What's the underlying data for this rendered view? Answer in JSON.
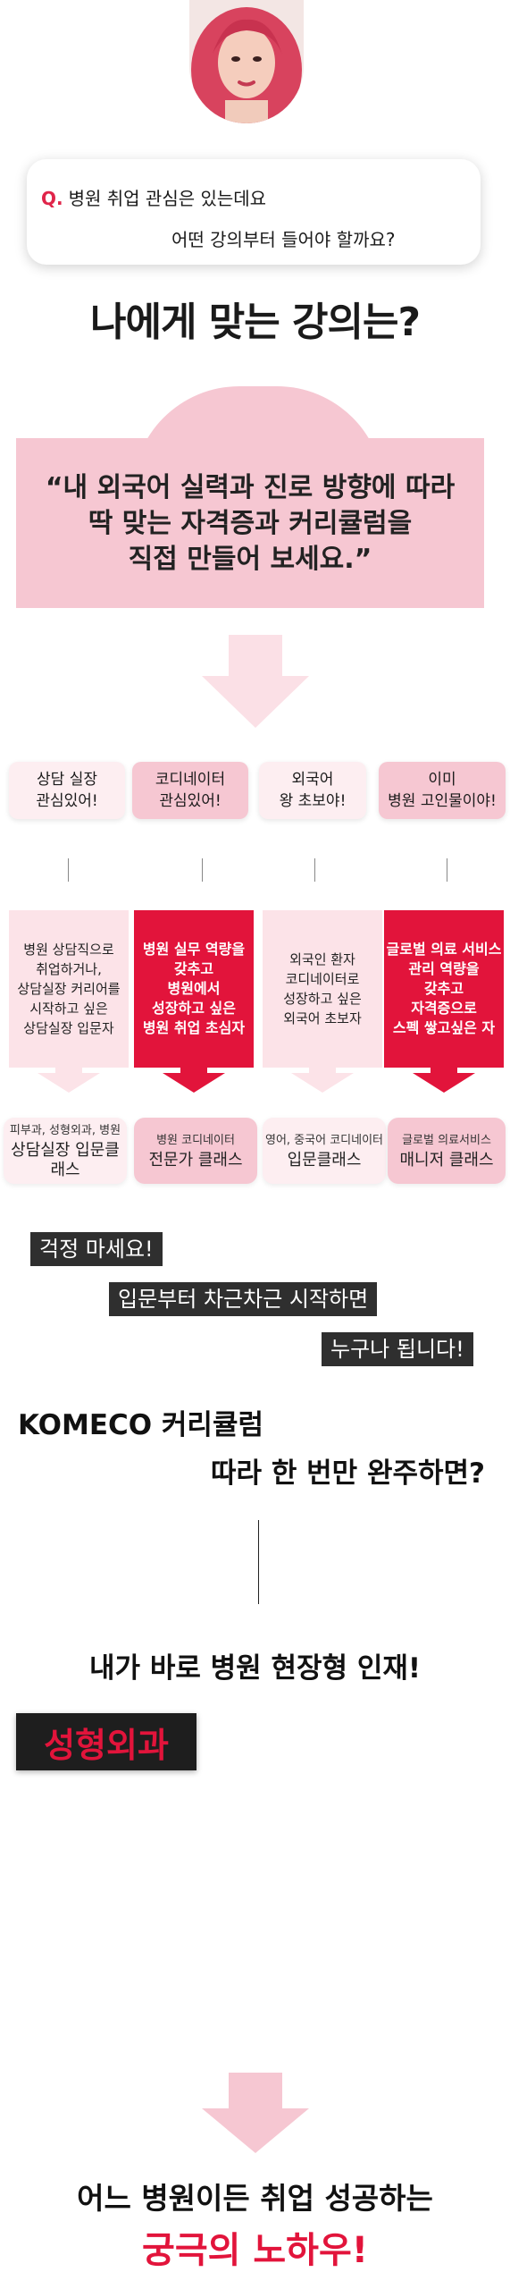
{
  "colors": {
    "accent": "#e2143b",
    "pink": "#f6c7d2",
    "light_pink": "#fdeef1",
    "dark_tag": "#2f2f2f"
  },
  "bubble": {
    "q_mark": "Q.",
    "line1": "병원 취업  관심은 있는데요",
    "line2": "어떤 강의부터 들어야 할까요?"
  },
  "title": "나에게 맞는 강의는?",
  "quote": {
    "line1": "“내 외국어 실력과 진로 방향에 따라",
    "line2": "딱 맞는 자격증과 커리큘럼을",
    "line3": "직접 만들어 보세요.”"
  },
  "pills": [
    {
      "line1": "상담 실장",
      "line2": "관심있어!"
    },
    {
      "line1": "코디네이터",
      "line2": "관심있어!"
    },
    {
      "line1": "외국어",
      "line2": "왕 초보야!"
    },
    {
      "line1": "이미",
      "line2": "병원 고인물이야!"
    }
  ],
  "descs": [
    {
      "l1": "병원 상담직으로",
      "l2": "취업하거나,",
      "l3": "상담실장 커리어를",
      "l4": "시작하고 싶은",
      "l5": "상담실장 입문자"
    },
    {
      "l1": "병원 실무 역량을",
      "l2": "갖추고",
      "l3": "병원에서",
      "l4": "성장하고 싶은",
      "l5": "병원 취업 초심자"
    },
    {
      "l1": "외국인 환자",
      "l2": "코디네이터로",
      "l3": "성장하고 싶은",
      "l4": "외국어 초보자",
      "l5": ""
    },
    {
      "l1": "글로벌 의료 서비스",
      "l2": "관리 역량을",
      "l3": "갖추고",
      "l4": "자격증으로",
      "l5": "스펙 쌓고싶은 자"
    }
  ],
  "classes": [
    {
      "small": "피부과, 성형외과, 병원",
      "big": "상담실장 입문클래스"
    },
    {
      "small": "병원 코디네이터",
      "big": "전문가 클래스"
    },
    {
      "small": "영어, 중국어 코디네이터",
      "big": "입문클래스"
    },
    {
      "small": "글로벌 의료서비스",
      "big": "매니저 클래스"
    }
  ],
  "tags": {
    "t1": "걱정 마세요!",
    "t2": "입문부터 차근차근 시작하면",
    "t3": "누구나 됩니다!"
  },
  "curriculum": {
    "line1": "KOMECO 커리큘럼",
    "line2": "따라 한 번만 완주하면?"
  },
  "result": "내가 바로 병원 현장형 인재!",
  "specialty": "성형외과",
  "final": {
    "line1": "어느 병원이든 취업 성공하는",
    "line2": "궁극의 노하우!"
  }
}
